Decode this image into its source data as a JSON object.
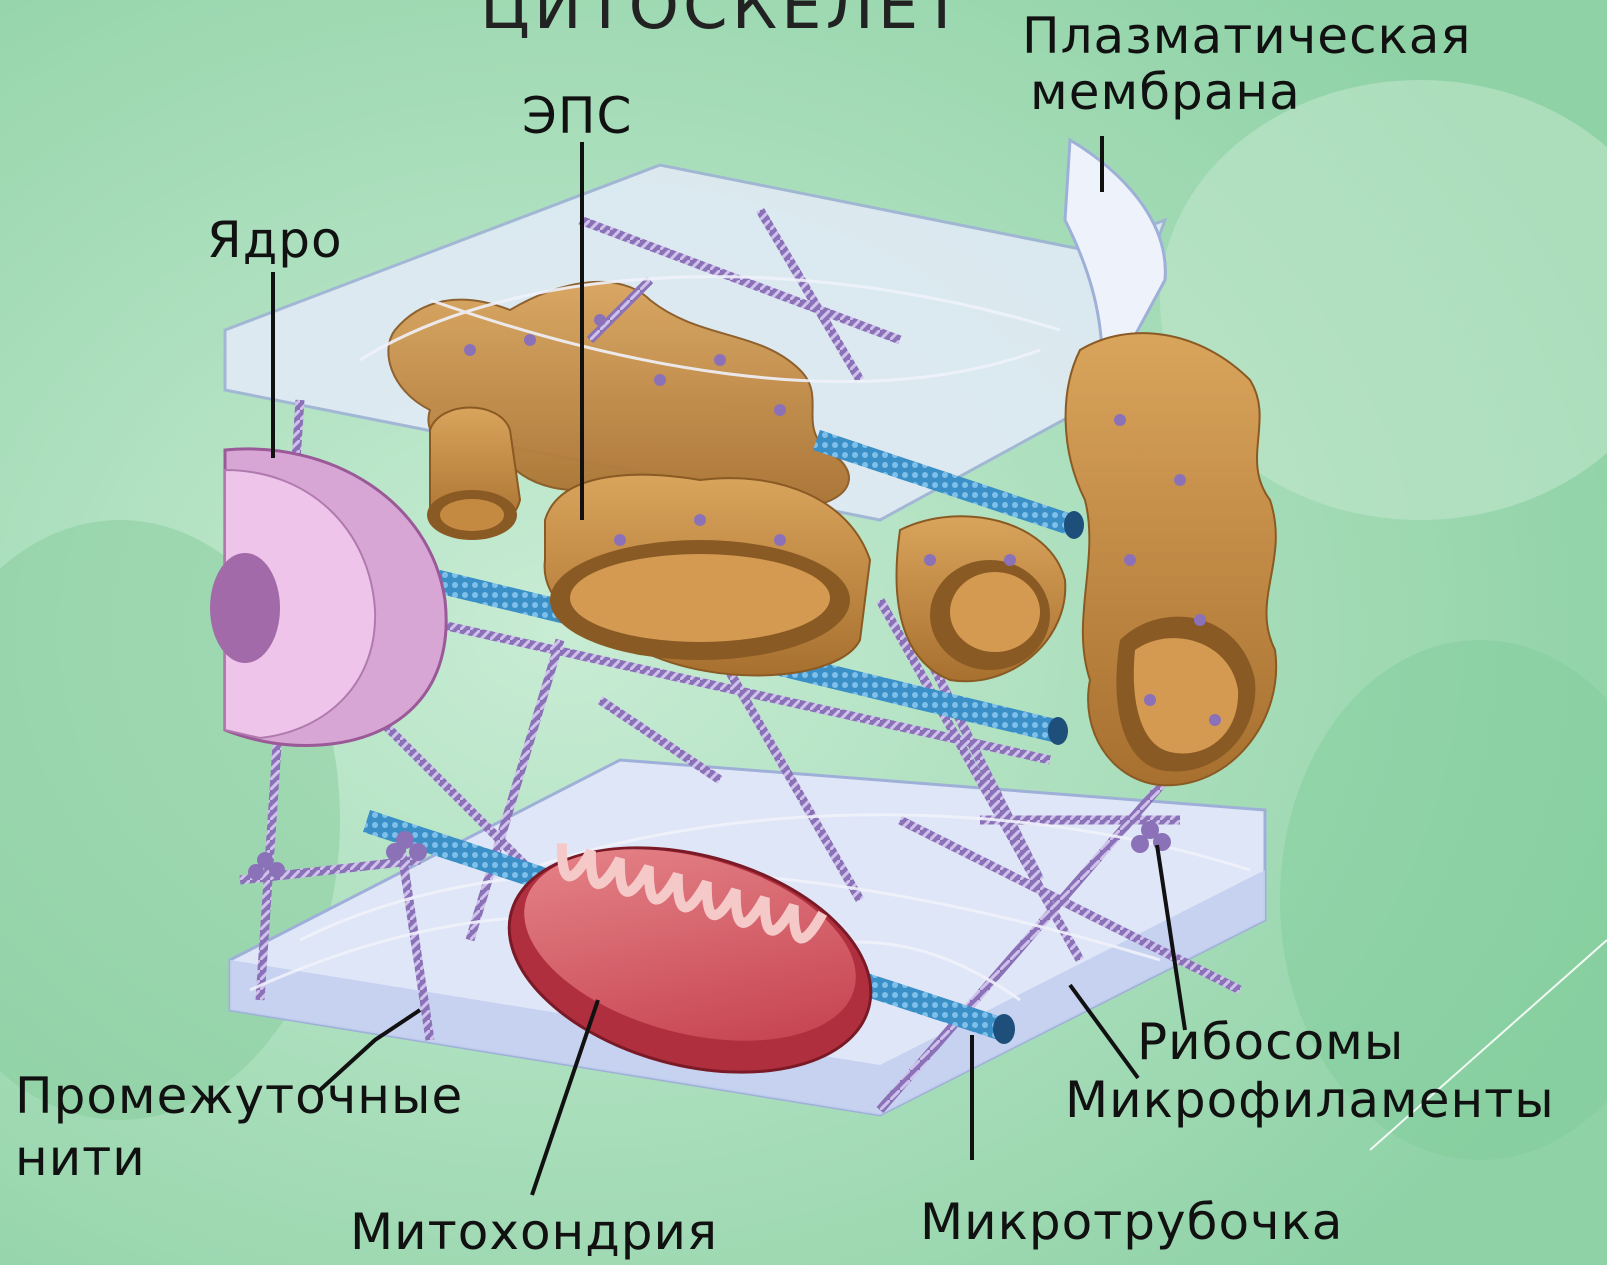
{
  "title": "ЦИТОСКЕЛЕТ",
  "labels": {
    "membrane_line1": "Плазматическая",
    "membrane_line2": "мембрана",
    "eps": "ЭПС",
    "nucleus": "Ядро",
    "intermediate_line1": "Промежуточные",
    "intermediate_line2": "нити",
    "mitochondrion": "Митохондрия",
    "microtubule": "Микротрубочка",
    "ribosomes": "Рибосомы",
    "microfilaments": "Микрофиламенты"
  },
  "colors": {
    "background": "#a8dcb8",
    "membrane": "#dfe6f7",
    "er": "#c9924a",
    "nucleus": "#d8a6d4",
    "mitochondrion": "#d9606a",
    "filament": "#8b72b8",
    "microtubule": "#3a8fc7"
  }
}
